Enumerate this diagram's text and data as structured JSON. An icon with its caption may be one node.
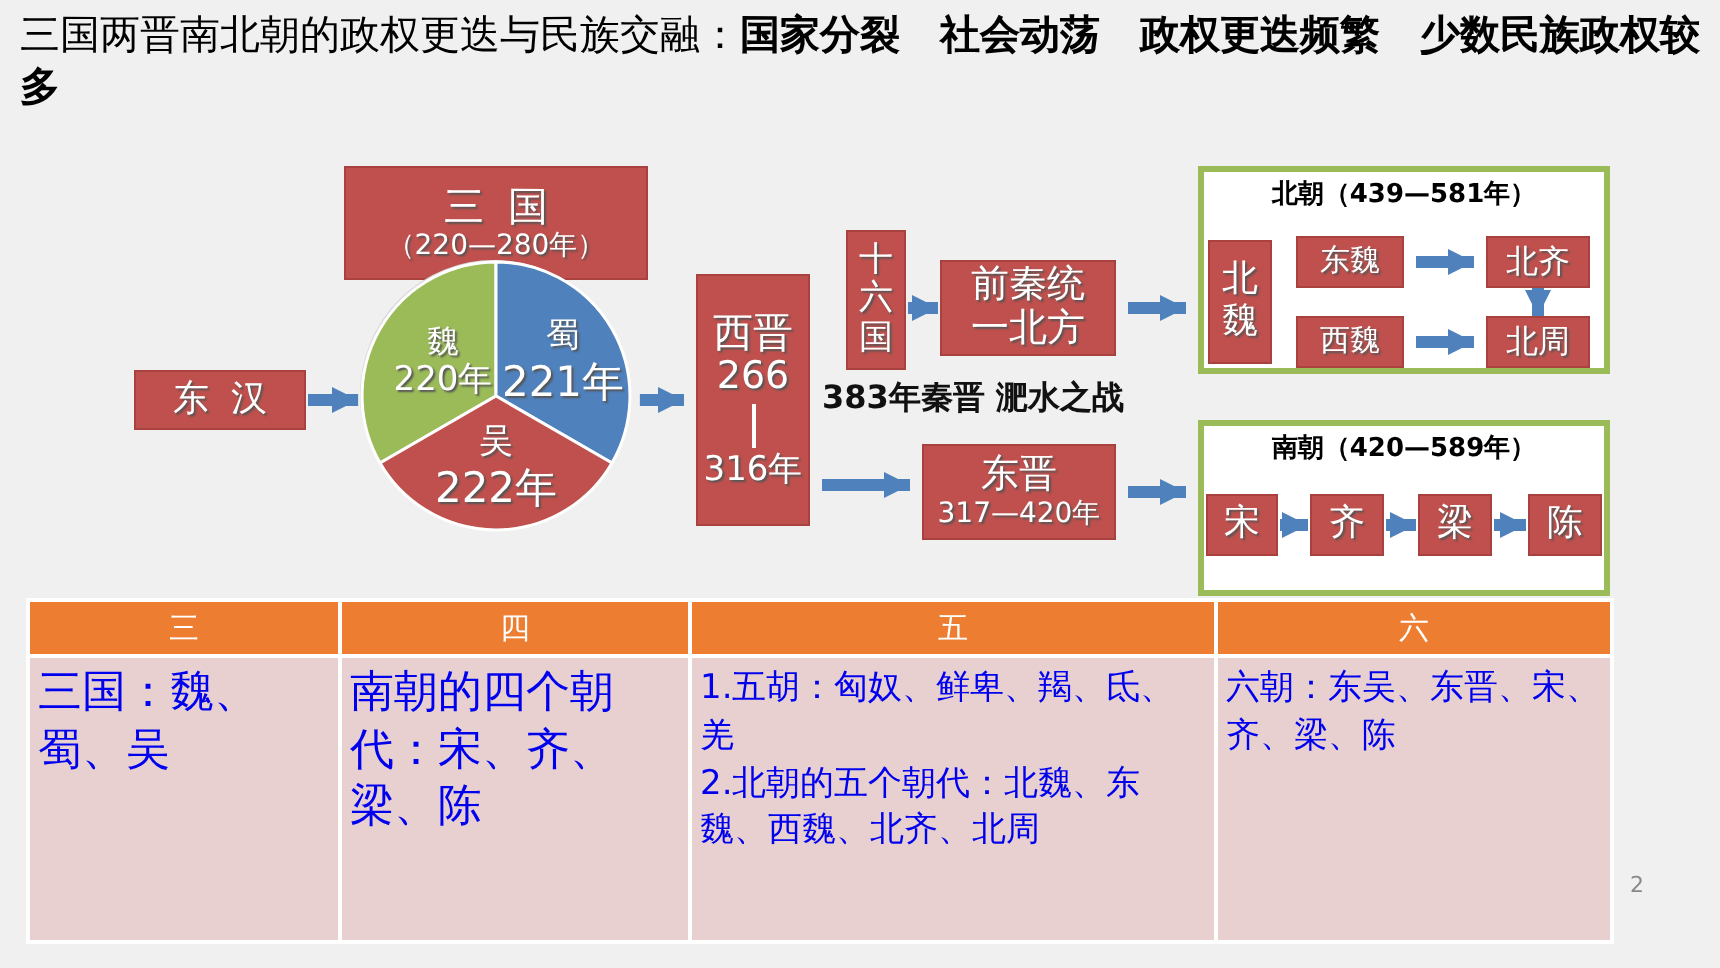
{
  "diagram": {
    "title": "三国两晋南北朝的政权更迭与民族交融：**国家分裂　社会动荡　政权更迭频繁　少数民族政权较多**",
    "nodes": [
      {
        "text": [
          "东汉"
        ]
      },
      {
        "text": [
          "三国",
          "（220—280年）"
        ]
      },
      {
        "text": [],
        "shape": "circle"
      },
      {
        "text": [
          "魏",
          "220年"
        ],
        "in": 2
      },
      {
        "text": [
          "蜀",
          "221年"
        ],
        "in": 2
      },
      {
        "text": [
          "吴",
          "222年"
        ],
        "in": 2
      },
      {
        "text": [
          "西晋",
          "266",
          "316年"
        ]
      },
      {
        "text": [
          "十六国"
        ]
      },
      {
        "text": [
          "前秦统一北方"
        ]
      },
      {
        "text": [
          "东晋",
          "317—420年"
        ]
      },
      {
        "text": [
          "北朝（439—581年）"
        ]
      },
      {
        "text": [
          "北魏"
        ],
        "in": 10
      },
      {
        "text": [
          "东魏"
        ],
        "in": 10
      },
      {
        "text": [
          "北齐"
        ],
        "in": 10
      },
      {
        "text": [
          "西魏"
        ],
        "in": 10
      },
      {
        "text": [
          "北周"
        ],
        "in": 10
      },
      {
        "text": [
          "南朝（420—589年）"
        ]
      },
      {
        "text": [
          "宋"
        ],
        "in": 16
      },
      {
        "text": [
          "齐"
        ],
        "in": 16
      },
      {
        "text": [
          "梁"
        ],
        "in": 16
      },
      {
        "text": [
          "陈"
        ],
        "in": 16
      }
    ],
    "edges": [
      {
        "from": 0,
        "to": 2,
        "arrow": "to"
      },
      {
        "from": 2,
        "to": 6,
        "arrow": "to"
      },
      {
        "from": 7,
        "to": 8,
        "arrow": "to"
      },
      {
        "from": 8,
        "to": 10,
        "arrow": "to"
      },
      {
        "from": 6,
        "to": 9,
        "arrow": "to"
      },
      {
        "from": 9,
        "to": 16,
        "arrow": "to"
      },
      {
        "from": 12,
        "to": 13,
        "arrow": "to"
      },
      {
        "from": 13,
        "to": 15,
        "arrow": "to"
      },
      {
        "from": 14,
        "to": 15,
        "arrow": "to"
      },
      {
        "from": 17,
        "to": 18,
        "arrow": "to"
      },
      {
        "from": 18,
        "to": 19,
        "arrow": "to"
      },
      {
        "from": 19,
        "to": 20,
        "arrow": "to"
      }
    ],
    "labels": [
      "383年秦晋 淝水之战",
      "三",
      "四",
      "五",
      "六",
      "三国：魏、蜀、吴",
      "南朝的四个朝代：宋、齐、梁、陈",
      "1.五胡：匈奴、鲜卑、羯、氐、羌",
      "2.北朝的五个朝代：北魏、东魏、西魏、北齐、北周",
      "六朝：东吴、东晋、宋、齐、梁、陈",
      "2"
    ]
  }
}
